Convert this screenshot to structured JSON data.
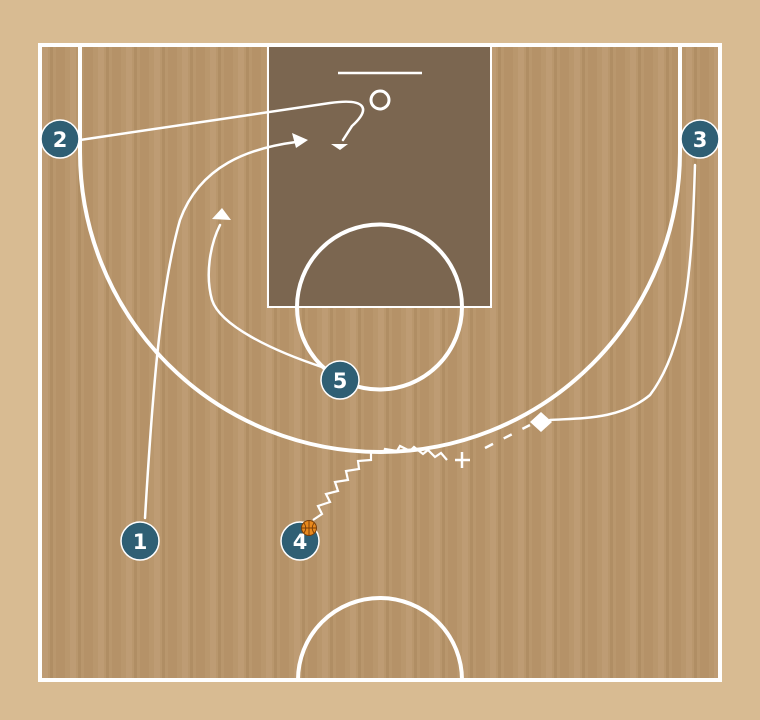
{
  "players": [
    {
      "id": "p1",
      "label": "1",
      "role": "guard"
    },
    {
      "id": "p2",
      "label": "2",
      "role": "corner"
    },
    {
      "id": "p3",
      "label": "3",
      "role": "corner"
    },
    {
      "id": "p4",
      "label": "4",
      "role": "ball-handler",
      "has_ball": true
    },
    {
      "id": "p5",
      "label": "5",
      "role": "post"
    }
  ],
  "colors": {
    "floor": "#c7a479",
    "floor_dark": "#b8956a",
    "paint": "#7e6a54",
    "line": "#ffffff",
    "player": "#2f5f74",
    "ball": "#e8891d"
  },
  "actions": [
    {
      "type": "cut",
      "player": "2"
    },
    {
      "type": "cut",
      "player": "1"
    },
    {
      "type": "cut",
      "player": "5"
    },
    {
      "type": "cut",
      "player": "3"
    },
    {
      "type": "dribble",
      "player": "4"
    },
    {
      "type": "pass",
      "from": "4",
      "to": "3"
    }
  ]
}
